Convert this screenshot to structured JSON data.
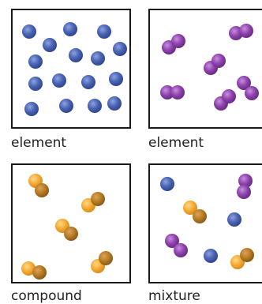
{
  "panels": [
    {
      "caption": "element"
    },
    {
      "caption": "element"
    },
    {
      "caption": "compound"
    },
    {
      "caption": "mixture"
    }
  ],
  "colors": {
    "blue": "#4a64b4",
    "purple": "#8e44ad",
    "orange": "#f5ac36",
    "brown": "#b87d24",
    "border": "#1a1a1a"
  }
}
